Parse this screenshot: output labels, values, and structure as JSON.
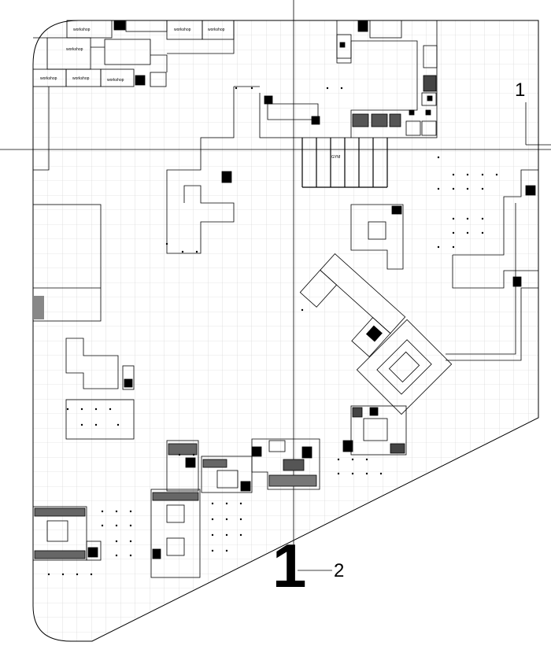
{
  "drawing": {
    "workshop_label": "workshop",
    "gym_label": "GYM",
    "section_marks": [
      "1",
      "1",
      "2"
    ]
  },
  "colors": {
    "line": "#000000",
    "grid": "#c8c8c8",
    "background": "#ffffff"
  }
}
